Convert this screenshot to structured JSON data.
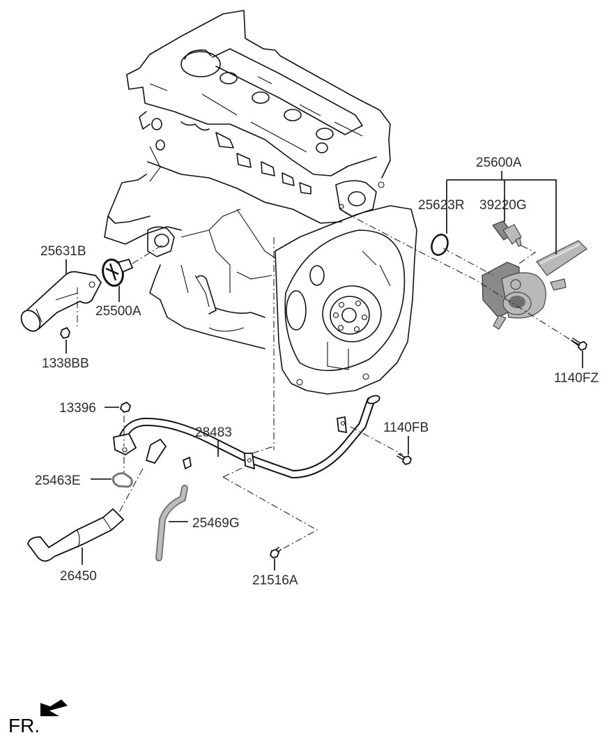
{
  "diagram": {
    "title": "Engine coolant pipe and hose assembly",
    "orientation_label": "FR.",
    "parts": [
      {
        "id": "p1",
        "number": "25600A",
        "name": "thermostat-housing-assembly"
      },
      {
        "id": "p2",
        "number": "25623R",
        "name": "o-ring"
      },
      {
        "id": "p3",
        "number": "39220G",
        "name": "coolant-temperature-sensor"
      },
      {
        "id": "p4",
        "number": "25631B",
        "name": "water-inlet-fitting"
      },
      {
        "id": "p5",
        "number": "25500A",
        "name": "thermostat"
      },
      {
        "id": "p6",
        "number": "1338BB",
        "name": "nut"
      },
      {
        "id": "p7",
        "number": "1140FZ",
        "name": "bolt"
      },
      {
        "id": "p8",
        "number": "13396",
        "name": "flange-nut"
      },
      {
        "id": "p9",
        "number": "28483",
        "name": "coolant-pipe"
      },
      {
        "id": "p10",
        "number": "1140FB",
        "name": "bolt"
      },
      {
        "id": "p11",
        "number": "25463E",
        "name": "gasket"
      },
      {
        "id": "p12",
        "number": "25469G",
        "name": "hose"
      },
      {
        "id": "p13",
        "number": "26450",
        "name": "hose"
      },
      {
        "id": "p14",
        "number": "21516A",
        "name": "bolt"
      }
    ]
  }
}
